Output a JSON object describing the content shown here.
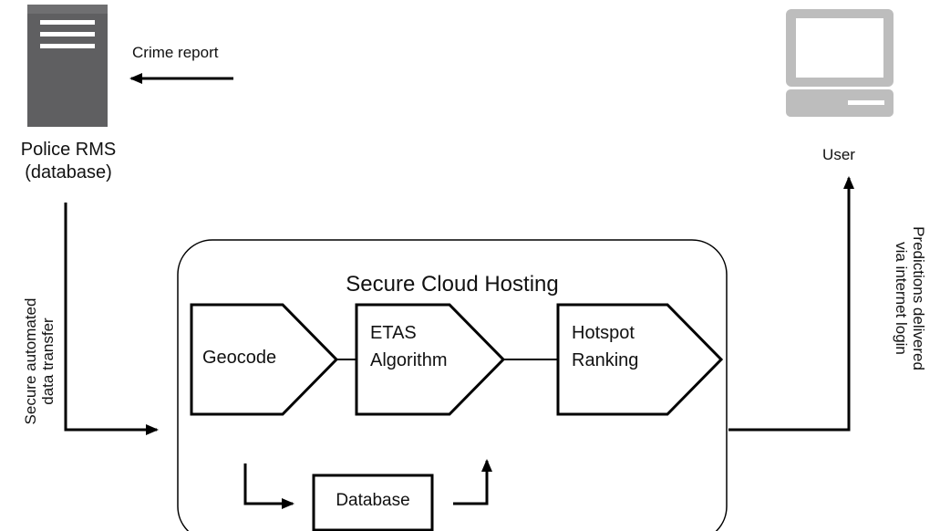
{
  "nodes": {
    "police_rms": {
      "line1": "Police RMS",
      "line2": "(database)"
    },
    "user": {
      "label": "User"
    },
    "cloud": {
      "title": "Secure Cloud Hosting"
    },
    "geocode": {
      "label": "Geocode"
    },
    "etas": {
      "line1": "ETAS",
      "line2": "Algorithm"
    },
    "hotspot": {
      "line1": "Hotspot",
      "line2": "Ranking"
    },
    "database": {
      "label": "Database"
    }
  },
  "edges": {
    "crime_report": {
      "label": "Crime report"
    },
    "transfer": {
      "line1": "Secure automated",
      "line2": "data transfer"
    },
    "predictions": {
      "line1": "Predictions delivered",
      "line2": "via internet login"
    }
  },
  "colors": {
    "server_body": "#5f5f61",
    "server_top": "#777779",
    "server_lines": "#ffffff",
    "monitor_frame": "#bdbdbd",
    "monitor_screen": "#ffffff",
    "cpu_body": "#bdbdbd",
    "line": "#000000"
  },
  "icons": {
    "server": "server-icon",
    "computer": "desktop-computer-icon"
  }
}
